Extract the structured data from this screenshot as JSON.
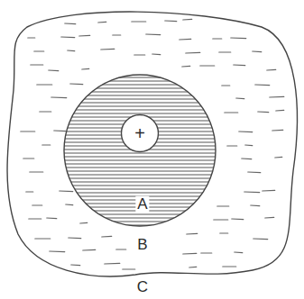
{
  "diagram": {
    "nodes": [
      {
        "text": [
          "B"
        ]
      },
      {
        "text": [
          "A"
        ],
        "in": 0
      },
      {
        "text": [
          "+"
        ],
        "in": 1
      }
    ],
    "labels": [
      "C"
    ]
  }
}
